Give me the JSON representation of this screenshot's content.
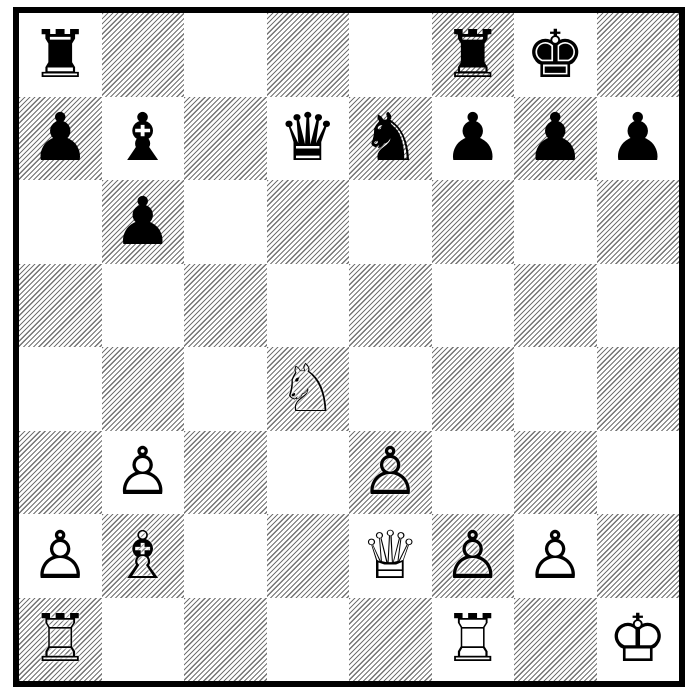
{
  "board": {
    "colors": {
      "dark_hatch": "#000000",
      "light": "#ffffff",
      "border": "#000000"
    },
    "ranks": [
      [
        "br",
        "",
        "",
        "",
        "",
        "br",
        "bk",
        ""
      ],
      [
        "bp",
        "bb",
        "",
        "bq",
        "bn",
        "bp",
        "bp",
        "bp"
      ],
      [
        "",
        "bp",
        "",
        "",
        "",
        "",
        "",
        ""
      ],
      [
        "",
        "",
        "",
        "",
        "",
        "",
        "",
        ""
      ],
      [
        "",
        "",
        "",
        "wn",
        "",
        "",
        "",
        ""
      ],
      [
        "",
        "wp",
        "",
        "",
        "wp",
        "",
        "",
        ""
      ],
      [
        "wp",
        "wb",
        "",
        "",
        "wq",
        "wp",
        "wp",
        ""
      ],
      [
        "wr",
        "",
        "",
        "",
        "",
        "wr",
        "",
        "wk"
      ]
    ]
  }
}
